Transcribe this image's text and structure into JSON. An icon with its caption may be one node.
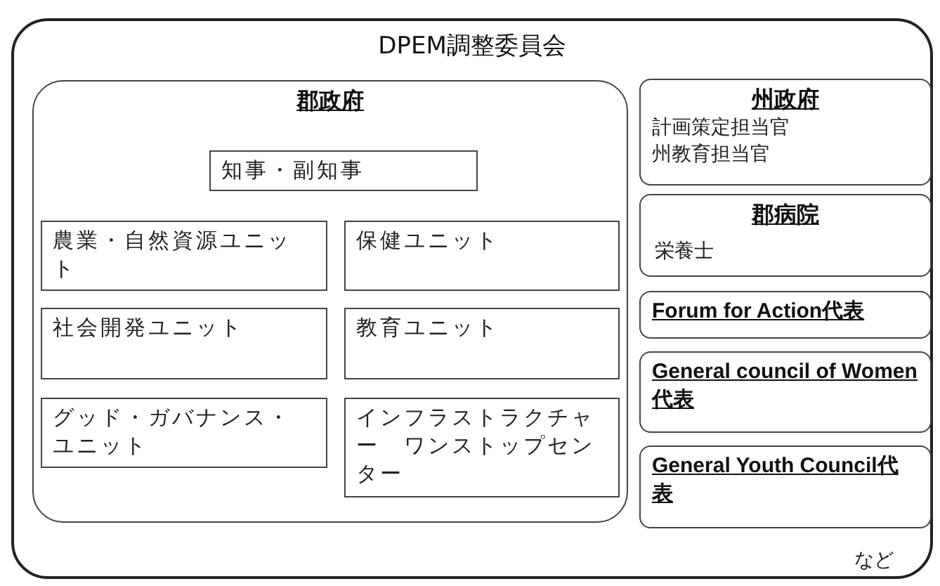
{
  "diagram": {
    "nodes": [
      {
        "text": [
          "DPEM調整委員会",
          "など"
        ]
      },
      {
        "text": [
          "郡政府"
        ],
        "in": 0
      },
      {
        "text": [
          "知事・副知事"
        ],
        "in": 1
      },
      {
        "text": [
          "農業・自然資源ユニット"
        ],
        "in": 1
      },
      {
        "text": [
          "保健ユニット"
        ],
        "in": 1
      },
      {
        "text": [
          "社会開発ユニット"
        ],
        "in": 1
      },
      {
        "text": [
          "教育ユニット"
        ],
        "in": 1
      },
      {
        "text": [
          "グッド・ガバナンス・ユニット"
        ],
        "in": 1
      },
      {
        "text": [
          "インフラストラクチャー　ワンストップセンター"
        ],
        "in": 1
      },
      {
        "text": [
          "州政府",
          "計画策定担当官",
          "州教育担当官"
        ],
        "in": 0
      },
      {
        "text": [
          "郡病院",
          "栄養士"
        ],
        "in": 0
      },
      {
        "text": [
          "Forum for Action代表"
        ],
        "in": 0
      },
      {
        "text": [
          "General council of Women代表"
        ],
        "in": 0
      },
      {
        "text": [
          "General Youth Council代表"
        ],
        "in": 0
      }
    ]
  }
}
